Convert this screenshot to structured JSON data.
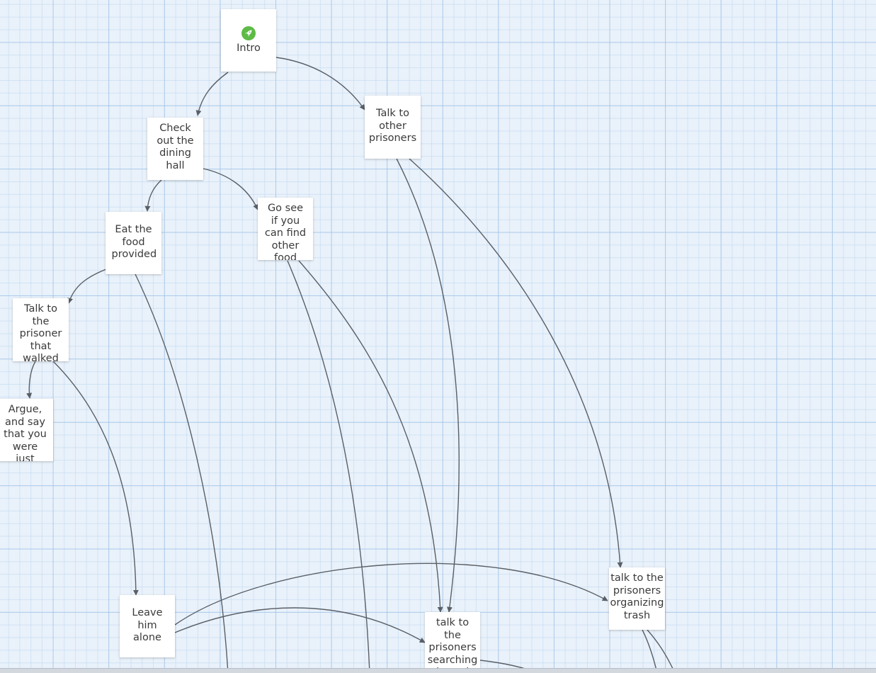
{
  "story_map": {
    "passages": [
      {
        "id": "intro",
        "title": "Intro",
        "start": true
      },
      {
        "id": "check-dining",
        "title": "Check out the dining hall"
      },
      {
        "id": "talk-other",
        "title": "Talk to other prisoners"
      },
      {
        "id": "eat-food",
        "title": "Eat the food provided"
      },
      {
        "id": "go-see",
        "title": "Go see if you can find other food"
      },
      {
        "id": "talk-prisoner-walked",
        "title": "Talk to the prisoner that walked"
      },
      {
        "id": "argue",
        "title": "Argue, and say that you were just eating"
      },
      {
        "id": "leave-alone",
        "title": "Leave him alone"
      },
      {
        "id": "talk-searching",
        "title": "talk to the prisoners searching through"
      },
      {
        "id": "talk-organizing",
        "title": "talk to the prisoners organizing trash"
      }
    ]
  },
  "colors": {
    "canvas": "#e9f1fa",
    "link": "#5a5f66",
    "start_icon": "#5dbb46"
  },
  "icons": {
    "start": "rocket-icon"
  }
}
